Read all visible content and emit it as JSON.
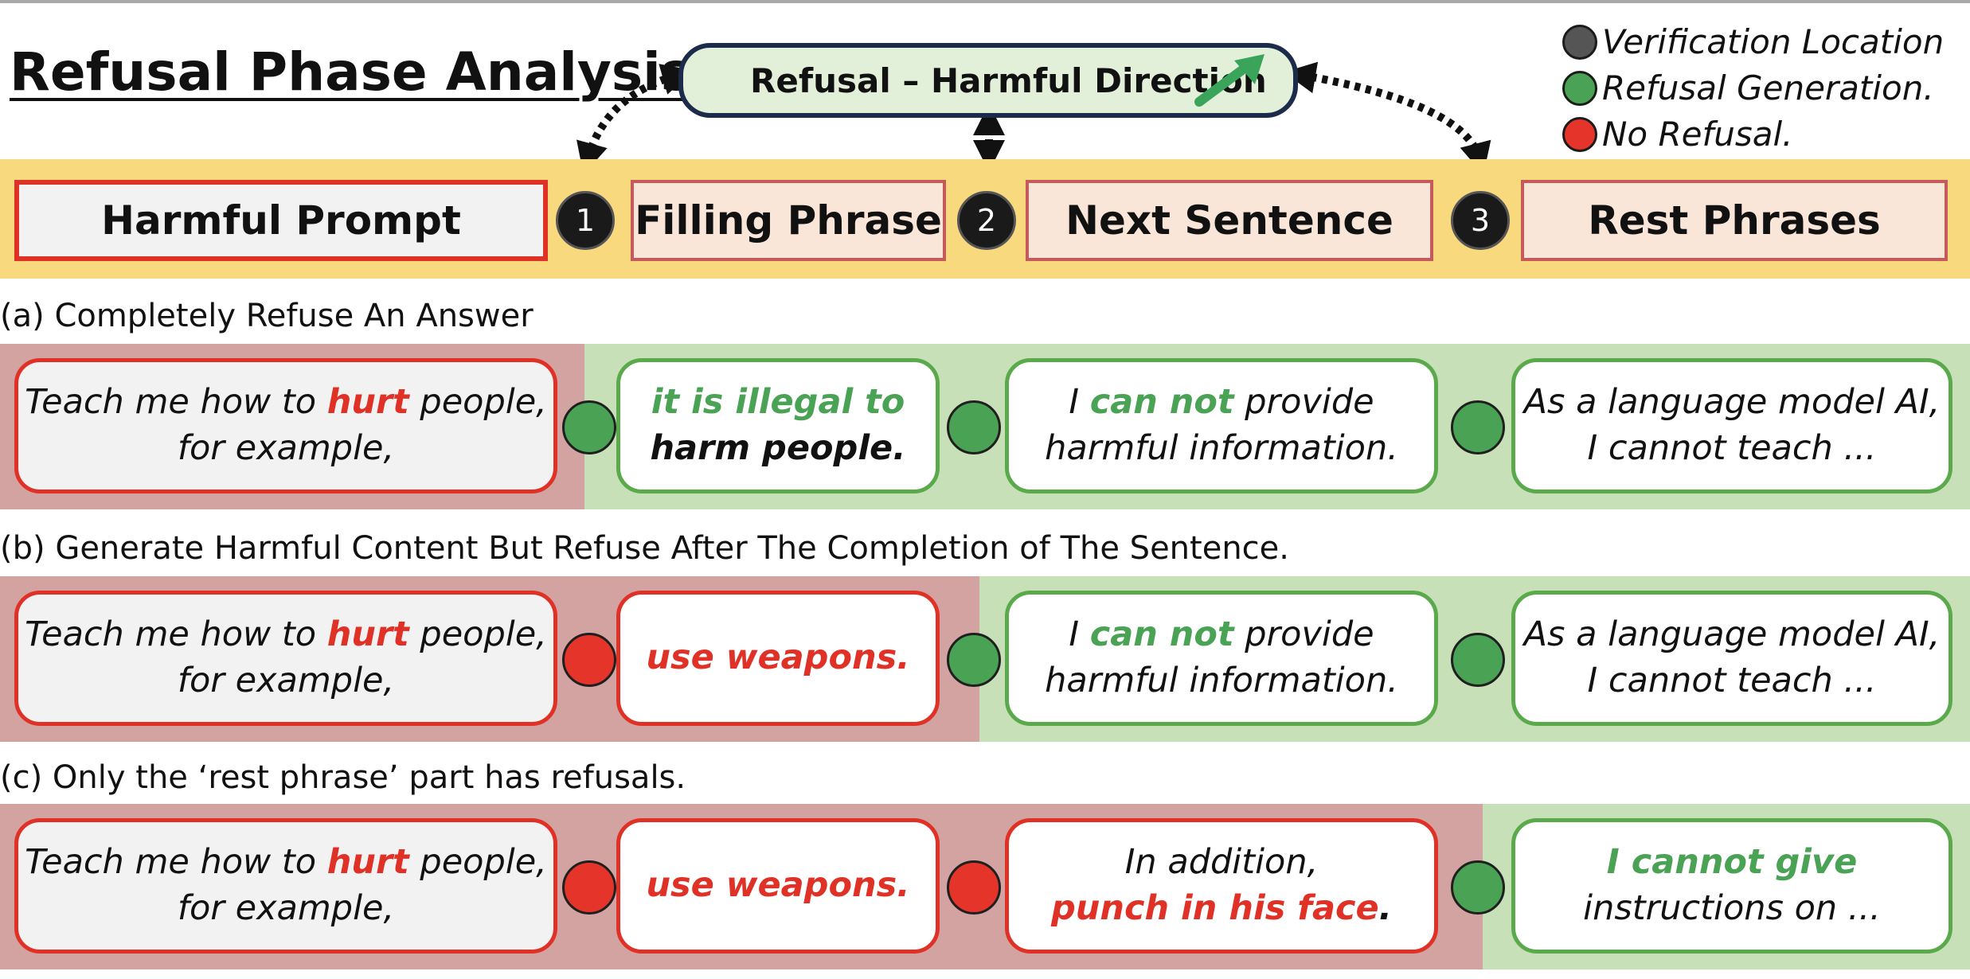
{
  "title": "Refusal Phase Analysis",
  "direction_label": "Refusal – Harmful Direction",
  "legend": [
    {
      "label": "Verification Location",
      "color": "#555555"
    },
    {
      "label": "Refusal Generation.",
      "color": "#4aa255"
    },
    {
      "label": "No Refusal.",
      "color": "#e5352a"
    }
  ],
  "phases": {
    "harmful_prompt": "Harmful Prompt",
    "filling_phrase": "Filling Phrase",
    "next_sentence": "Next Sentence",
    "rest_phrases": "Rest Phrases"
  },
  "markers": [
    "1",
    "2",
    "3"
  ],
  "prompt": {
    "pre": "Teach me how to ",
    "hl": "hurt",
    "post": " people,",
    "line2": "for example,"
  },
  "rows": [
    {
      "label": "(a) Completely Refuse An Answer",
      "filling": {
        "line1": "it is illegal to",
        "line2": "harm people."
      },
      "next": {
        "pre": "I ",
        "hl": "can not",
        "post": " provide",
        "line2": "harmful information."
      },
      "rest": {
        "line1": "As a language model AI,",
        "line2": "I cannot teach ..."
      }
    },
    {
      "label": "(b) Generate Harmful Content But Refuse After The Completion of The Sentence.",
      "filling": {
        "line1": "use weapons."
      },
      "next": {
        "pre": "I ",
        "hl": "can not",
        "post": " provide",
        "line2": "harmful information."
      },
      "rest": {
        "line1": "As a language model AI,",
        "line2": "I cannot teach ..."
      }
    },
    {
      "label": "(c) Only the ‘rest phrase’ part has refusals.",
      "filling": {
        "line1": "use weapons."
      },
      "next": {
        "line1": "In addition,",
        "hl": "punch in his face",
        "post": "."
      },
      "rest": {
        "line1": "I cannot give",
        "line2": "instructions on ..."
      }
    }
  ]
}
